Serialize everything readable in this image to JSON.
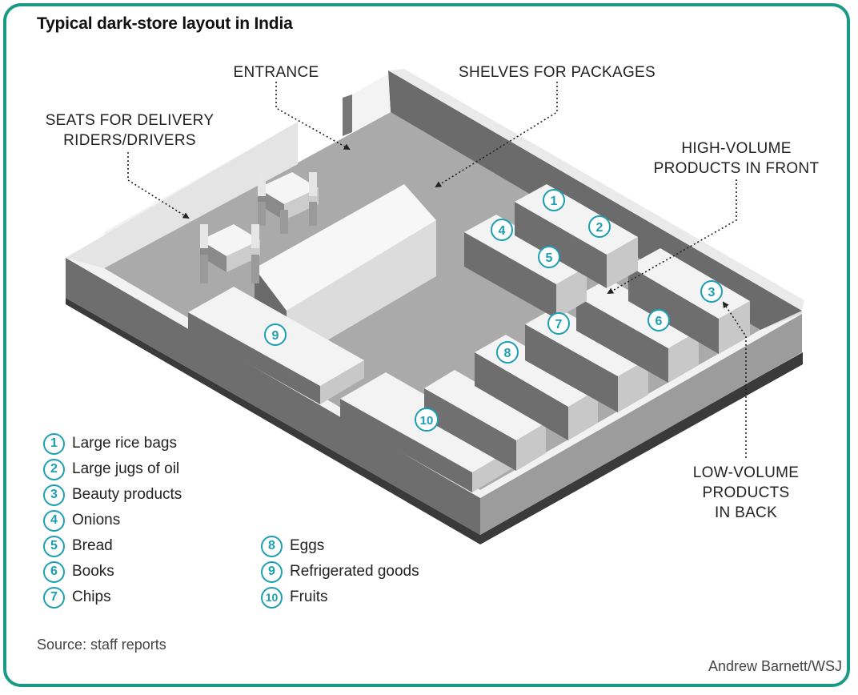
{
  "title": "Typical dark-store layout in India",
  "callouts": {
    "entrance": "ENTRANCE",
    "shelves": "SHELVES FOR PACKAGES",
    "seats_line1": "SEATS FOR DELIVERY",
    "seats_line2": "RIDERS/DRIVERS",
    "high_line1": "HIGH-VOLUME",
    "high_line2": "PRODUCTS IN FRONT",
    "low_line1": "LOW-VOLUME",
    "low_line2": "PRODUCTS",
    "low_line3": "IN BACK"
  },
  "legend": [
    {
      "num": "1",
      "label": "Large rice bags"
    },
    {
      "num": "2",
      "label": "Large jugs of oil"
    },
    {
      "num": "3",
      "label": "Beauty products"
    },
    {
      "num": "4",
      "label": "Onions"
    },
    {
      "num": "5",
      "label": "Bread"
    },
    {
      "num": "6",
      "label": "Books"
    },
    {
      "num": "7",
      "label": "Chips"
    },
    {
      "num": "8",
      "label": "Eggs"
    },
    {
      "num": "9",
      "label": "Refrigerated goods"
    },
    {
      "num": "10",
      "label": "Fruits"
    }
  ],
  "source": "Source: staff reports",
  "credit": "Andrew Barnett/WSJ",
  "colors": {
    "frame": "#1a9a86",
    "badge": "#1c9fb3"
  }
}
